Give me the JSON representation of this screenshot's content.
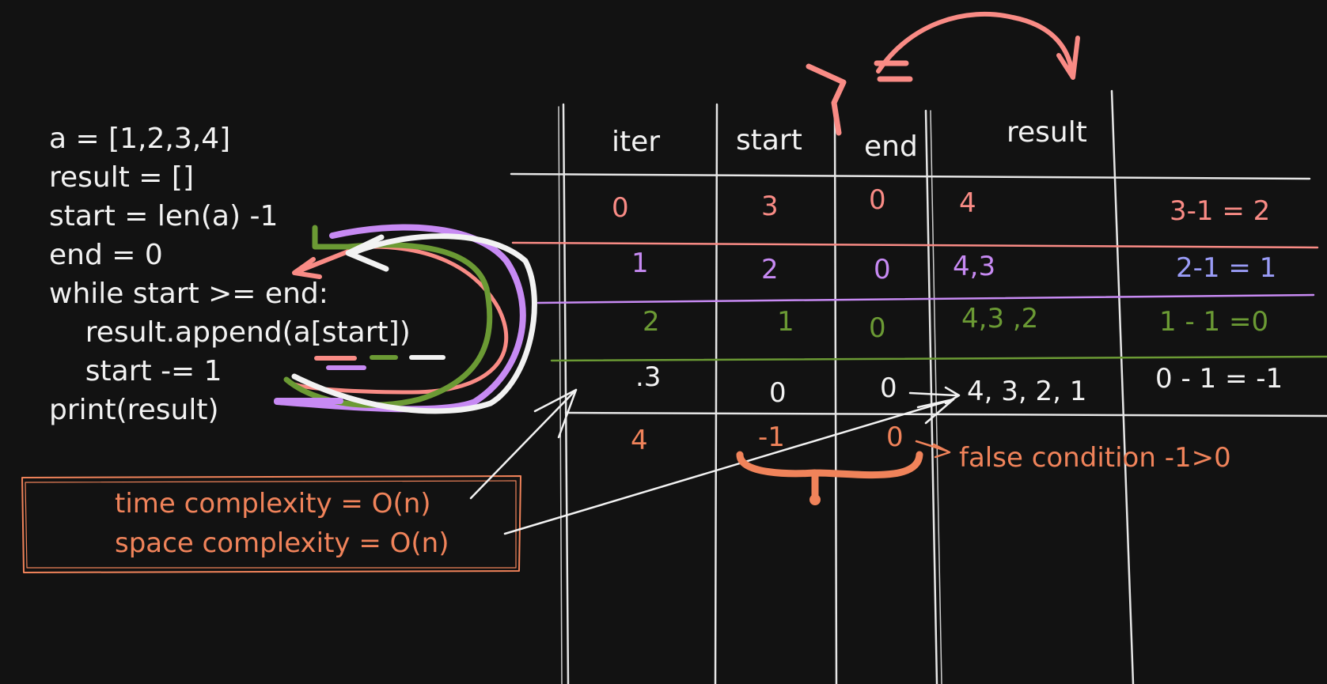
{
  "colors": {
    "background": "#121212",
    "ink": "#f2f2f2",
    "salmon": "#f98b85",
    "violet": "#c78af3",
    "periwinkle": "#9a9cf7",
    "green": "#6b9a34",
    "orange": "#f0835a"
  },
  "code": {
    "lines": [
      "a = [1,2,3,4]",
      "result = []",
      "start = len(a) -1",
      "end = 0",
      "while start >= end:",
      "    result.append(a[start])",
      "    start -= 1",
      "print(result)"
    ]
  },
  "complexity": {
    "time": "time complexity = O(n)",
    "space": "space complexity = O(n)"
  },
  "table": {
    "headers": [
      "iter",
      "start",
      "end",
      "result"
    ],
    "operator_note": ">=",
    "rows": [
      {
        "iter": "0",
        "start": "3",
        "end": "0",
        "result": "4",
        "calc": "3-1 = 2",
        "color": "salmon"
      },
      {
        "iter": "1",
        "start": "2",
        "end": "0",
        "result": "4,3",
        "calc": "2-1 = 1",
        "color": "violet"
      },
      {
        "iter": "2",
        "start": "1",
        "end": "0",
        "result": "4,3 ,2",
        "calc": "1 - 1 =0",
        "color": "green"
      },
      {
        "iter": ".3",
        "start": "0",
        "end": "0",
        "result": "4, 3, 2, 1",
        "calc": "0 - 1 = -1",
        "color": "white"
      },
      {
        "iter": "4",
        "start": "-1",
        "end": "0",
        "result": "",
        "calc": "",
        "color": "orange"
      }
    ],
    "false_note": "false condition -1>0"
  }
}
